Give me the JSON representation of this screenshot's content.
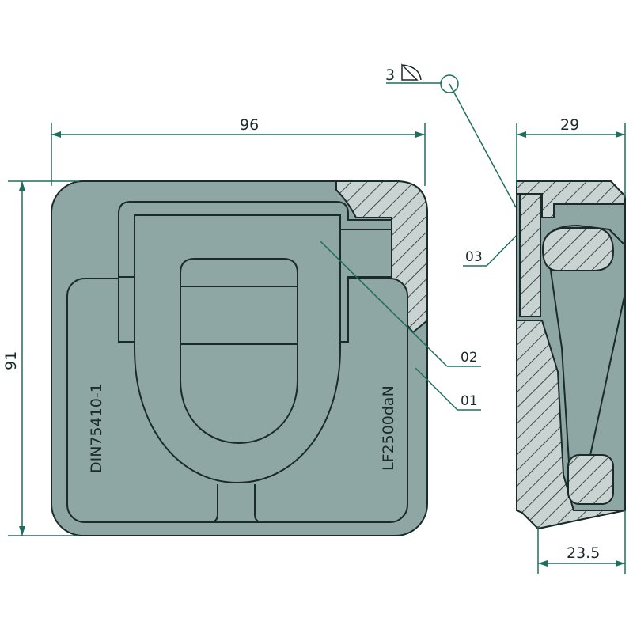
{
  "dimensions": {
    "width": "96",
    "height": "91",
    "depth": "29",
    "depth_inner": "23.5"
  },
  "weld_symbol": {
    "size": "3"
  },
  "callouts": {
    "part_01": "01",
    "part_02": "02",
    "part_03": "03"
  },
  "markings": {
    "standard": "DIN75410-1",
    "load": "LF2500daN"
  },
  "colors": {
    "body": "#8ea7a5",
    "hatch_fill": "#c9d3d1",
    "dimension_line": "#1e6e5e",
    "outline": "#1b2a2a"
  }
}
